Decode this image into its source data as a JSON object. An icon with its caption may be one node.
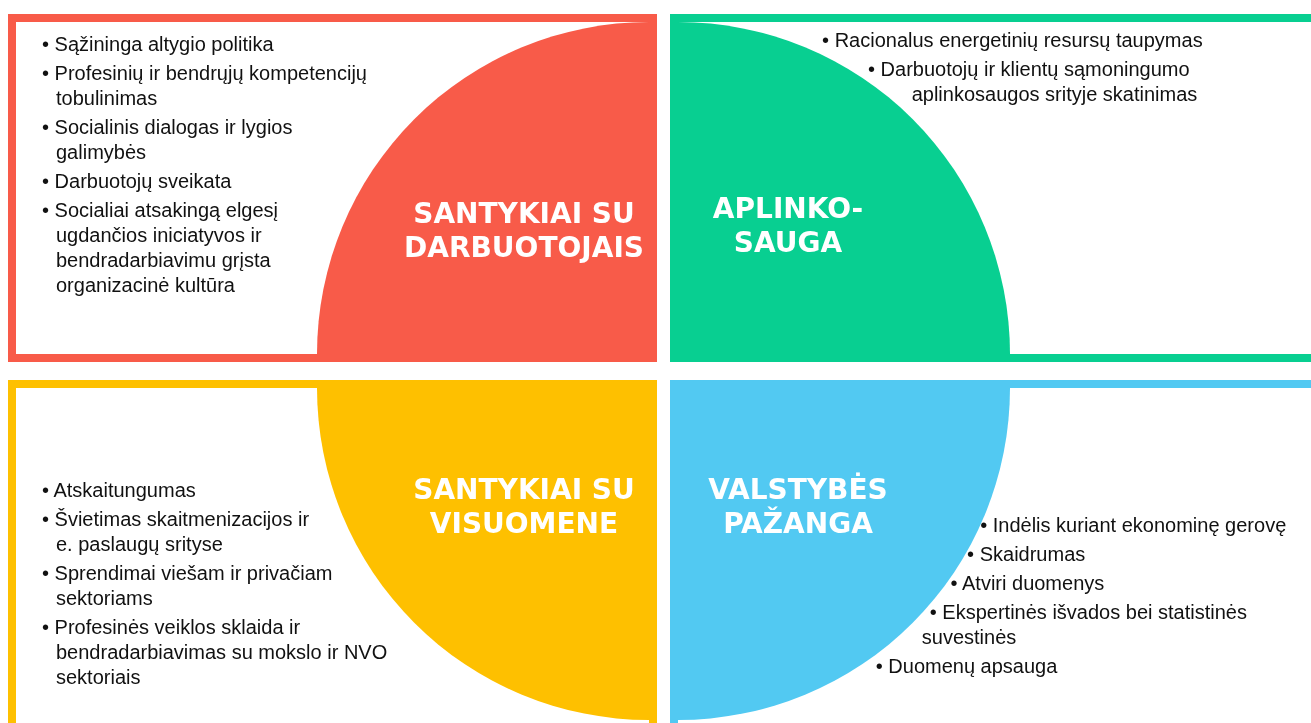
{
  "diagram": {
    "nodes": [
      {
        "text": [
          "• Sąžininga altygio politika",
          "• Profesinių ir bendrųjų kompetencijų tobulinimas",
          "• Socialinis dialogas ir lygios galimybės",
          "• Darbuotojų sveikata",
          "• Socialiai atsakingą elgesį ugdančios iniciatyvos ir bendradarbiavimu grįsta organizacinė kultūra"
        ]
      },
      {
        "text": [
          "SANTYKIAI SU DARBUOTOJAIS"
        ],
        "in": 0
      },
      {
        "text": [
          "• Racionalus energetinių resursų taupymas",
          "• Darbuotojų ir klientų sąmoningumo aplinkosaugos srityje skatinimas"
        ]
      },
      {
        "text": [
          "APLINKO- SAUGA"
        ],
        "in": 2
      },
      {
        "text": [
          "• Atskaitungumas",
          "• Švietimas skaitmenizacijos ir e. paslaugų srityse",
          "• Sprendimai viešam ir privačiam sektoriams",
          "• Profesinės veiklos sklaida ir bendradarbiavimas su mokslo ir NVO sektoriais"
        ]
      },
      {
        "text": [
          "SANTYKIAI SU VISUOMENE"
        ],
        "in": 4
      },
      {
        "text": [
          "• Indėlis kuriant ekonominę gerovę",
          "• Skaidrumas",
          "• Atviri duomenys",
          "• Ekspertinės išvados bei statistinės suvestinės",
          "• Duomenų apsauga"
        ]
      },
      {
        "text": [
          "VALSTYBĖS PAŽANGA"
        ],
        "in": 6
      }
    ]
  }
}
